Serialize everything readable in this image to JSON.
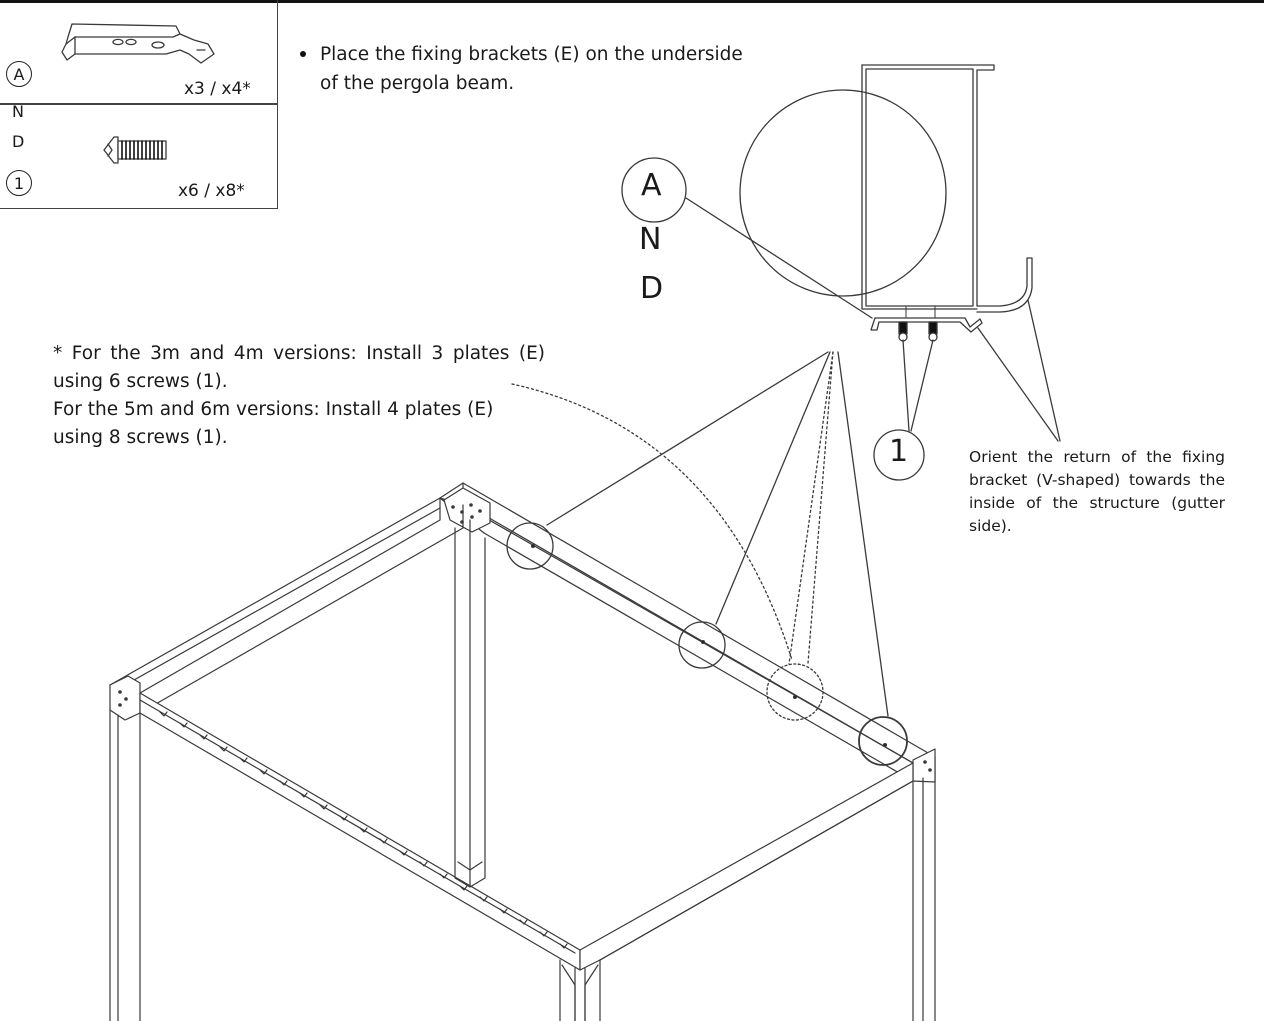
{
  "parts_table": {
    "bracket_labels": [
      "A",
      "N",
      "D"
    ],
    "bracket_qty": "x3 / x4*",
    "screw_label": "1",
    "screw_qty": "x6 / x8*"
  },
  "instruction": {
    "text": "Place the fixing brackets (E) on the underside of the pergola beam."
  },
  "note": {
    "line1": "* For the 3m and 4m versions: Install 3 plates (E) using 6 screws (1).",
    "line2": "For the 5m and 6m versions: Install 4 plates (E) using 8 screws (1)."
  },
  "detail": {
    "callout_letters": [
      "A",
      "N",
      "D"
    ],
    "screw_callout": "1",
    "orientation_note": "Orient the return of the fixing bracket (V-shaped) towards the inside of the structure (gutter side)."
  },
  "icons": [
    "fixing-bracket-icon",
    "screw-icon"
  ]
}
